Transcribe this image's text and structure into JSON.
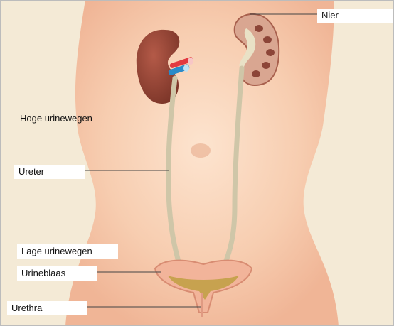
{
  "labels": {
    "nier": "Nier",
    "hoge_urinewegen": "Hoge urinewegen",
    "ureter": "Ureter",
    "lage_urinewegen": "Lage urinewegen",
    "urineblaas": "Urineblaas",
    "urethra": "Urethra"
  },
  "colors": {
    "background": "#f4ead6",
    "skin": "#f5c9a8",
    "kidney": "#9a4a3c",
    "kidney_section": "#d9a691",
    "ureter": "#cfc6a8",
    "bladder_wall": "#f2b49a",
    "urine": "#c7a24f",
    "artery": "#e2393f",
    "vein": "#2a8bc9"
  }
}
